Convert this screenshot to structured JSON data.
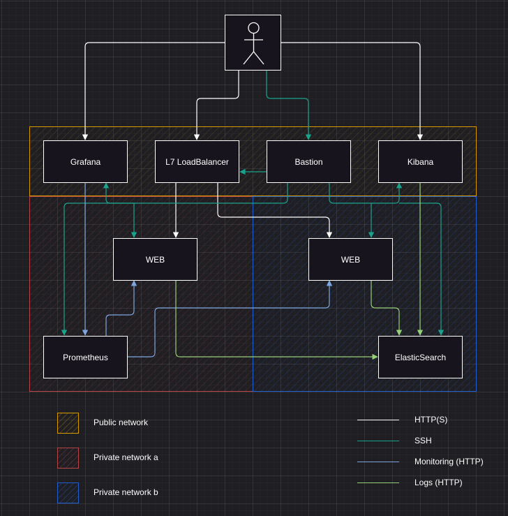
{
  "nodes": {
    "grafana": "Grafana",
    "loadbalancer": "L7 LoadBalancer",
    "bastion": "Bastion",
    "kibana": "Kibana",
    "web_a": "WEB",
    "web_b": "WEB",
    "prometheus": "Prometheus",
    "elasticsearch": "ElasticSearch"
  },
  "zones": {
    "public": {
      "label": "Public network",
      "color": "#d79b00"
    },
    "private_a": {
      "label": "Private network a",
      "color": "#b84545"
    },
    "private_b": {
      "label": "Private network b",
      "color": "#1f5fd0"
    }
  },
  "links": {
    "http": {
      "label": "HTTP(S)",
      "color": "#ffffff"
    },
    "ssh": {
      "label": "SSH",
      "color": "#1aa38c"
    },
    "monitoring": {
      "label": "Monitoring (HTTP)",
      "color": "#7ea6e0"
    },
    "logs": {
      "label": "Logs (HTTP)",
      "color": "#97d077"
    }
  }
}
